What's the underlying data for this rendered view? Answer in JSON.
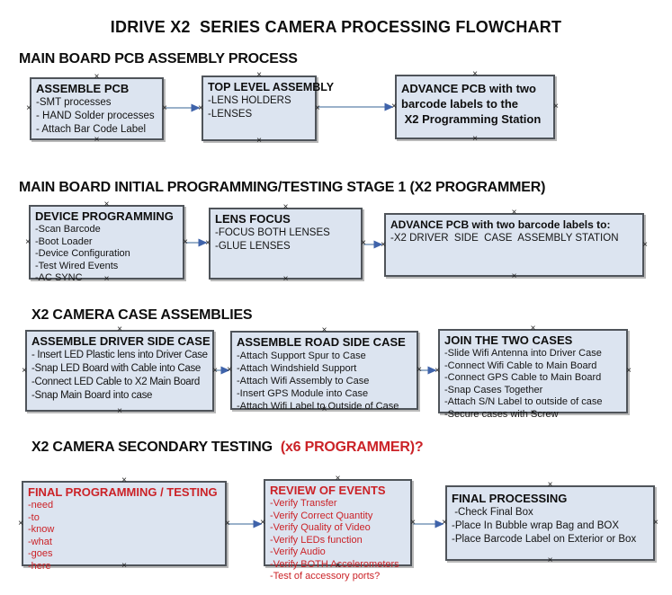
{
  "page": {
    "title": "IDRIVE X2  SERIES CAMERA PROCESSING FLOWCHART"
  },
  "colors": {
    "box_fill": "#dce4f0",
    "box_border": "#4f545a",
    "arrow_line": "#8ca6c2",
    "arrow_head": "#3f63aa",
    "red_text": "#cb2227",
    "black_text": "#141414"
  },
  "icons": {
    "connection_point": "×"
  },
  "sections": [
    {
      "heading": "MAIN BOARD PCB ASSEMBLY PROCESS",
      "boxes": [
        {
          "title": "ASSEMBLE PCB",
          "items": [
            "-SMT processes",
            "- HAND Solder processes",
            "- Attach Bar Code Label"
          ]
        },
        {
          "title": "TOP LEVEL ASSEMBLY",
          "items": [
            "-LENS HOLDERS",
            "-LENSES"
          ]
        },
        {
          "title": "ADVANCE PCB with two\nbarcode labels to the\n X2 Programming Station",
          "items": []
        }
      ]
    },
    {
      "heading": "MAIN BOARD INITIAL PROGRAMMING/TESTING STAGE 1 (X2 PROGRAMMER)",
      "boxes": [
        {
          "title": "DEVICE PROGRAMMING",
          "items": [
            "-Scan Barcode",
            "-Boot Loader",
            "-Device Configuration",
            "-Test Wired Events",
            "-AC SYNC"
          ]
        },
        {
          "title": "LENS FOCUS",
          "items": [
            "-FOCUS BOTH LENSES",
            "-GLUE LENSES"
          ]
        },
        {
          "title": "ADVANCE PCB with two barcode labels to:",
          "items": [
            "-X2 DRIVER  SIDE  CASE  ASSEMBLY STATION"
          ]
        }
      ]
    },
    {
      "heading": "X2 CAMERA CASE ASSEMBLIES",
      "boxes": [
        {
          "title": "ASSEMBLE DRIVER SIDE CASE",
          "items": [
            "- Insert LED Plastic lens into Driver Case",
            "-Snap LED Board with Cable into Case",
            "-Connect LED Cable to X2 Main Board",
            "-Snap Main Board into case"
          ]
        },
        {
          "title": "ASSEMBLE ROAD SIDE CASE",
          "items": [
            "-Attach Support Spur to Case",
            "-Attach Windshield Support",
            "-Attach Wifi Assembly to Case",
            "-Insert GPS Module into Case",
            "-Attach Wifi Label to Outside of Case"
          ]
        },
        {
          "title": "JOIN THE TWO CASES",
          "items": [
            "-Slide Wifi Antenna into Driver Case",
            "-Connect Wifi Cable to Main Board",
            "-Connect GPS Cable to Main Board",
            "-Snap Cases Together",
            "-Attach S/N Label to outside of case",
            "-Secure cases with Screw"
          ]
        }
      ]
    },
    {
      "heading": "X2 CAMERA SECONDARY TESTING",
      "heading_red": "(x6 PROGRAMMER)?",
      "boxes": [
        {
          "title": "FINAL PROGRAMMING / TESTING",
          "items": [
            "-need",
            "-to",
            "-know",
            "-what",
            "-goes",
            "-here"
          ]
        },
        {
          "title": "REVIEW OF EVENTS",
          "items": [
            "-Verify Transfer",
            "-Verify Correct Quantity",
            "-Verify Quality of Video",
            "-Verify LEDs function",
            "-Verify Audio",
            "-Verify BOTH Accelerometers",
            "-Test of accessory ports?"
          ]
        },
        {
          "title": "FINAL PROCESSING",
          "items": [
            " -Check Final Box",
            "-Place In Bubble wrap Bag and BOX",
            "-Place Barcode Label on Exterior or Box"
          ]
        }
      ]
    }
  ]
}
